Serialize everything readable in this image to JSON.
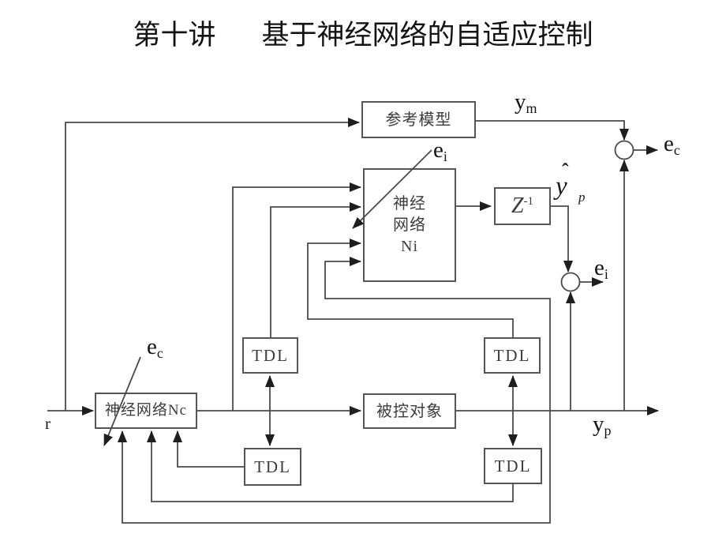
{
  "title": {
    "lecture": "第十讲",
    "topic": "基于神经网络的自适应控制"
  },
  "boxes": {
    "reference_model": "参考模型",
    "nn_identifier": {
      "line1": "神经",
      "line2": "网络",
      "line3": "Ni"
    },
    "delay": {
      "base": "Z",
      "exponent": "-1"
    },
    "plant": "被控对象",
    "nn_controller": "神经网络Nc",
    "tdl": "TDL"
  },
  "signals": {
    "reference_output": {
      "main": "y",
      "sub": "m"
    },
    "control_error": {
      "main": "e",
      "sub": "c"
    },
    "identification_error": {
      "main": "e",
      "sub": "i"
    },
    "predicted_output": {
      "hat": "ˆ",
      "main": "y",
      "sub": "p"
    },
    "plant_output": {
      "main": "y",
      "sub": "p"
    },
    "reference_input": "r"
  },
  "colors": {
    "line": "#4a4a4a",
    "arrow": "#1e1e1e",
    "box_border": "#555555",
    "text": "#141414"
  }
}
